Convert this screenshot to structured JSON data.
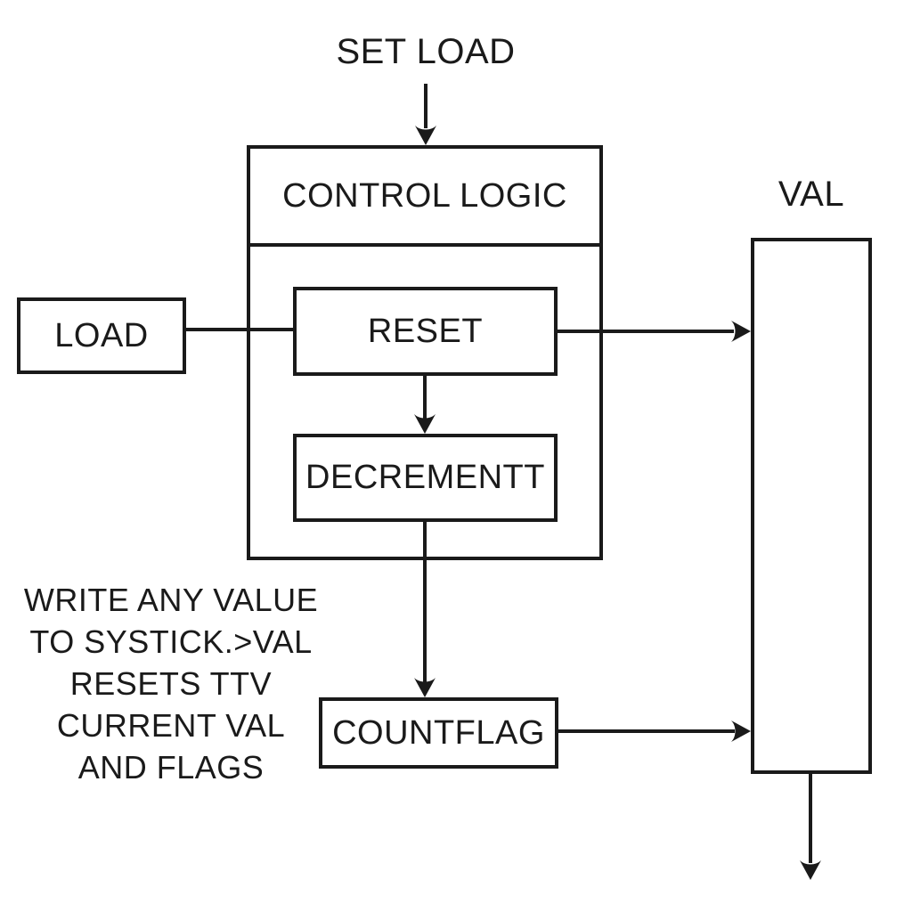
{
  "colors": {
    "ink": "#1a1a1a",
    "background": "#ffffff"
  },
  "labels": {
    "set_load": "SET LOAD",
    "control_logic": "CONTROL LOGIC",
    "val": "VAL",
    "load": "LOAD",
    "reset": "RESET",
    "decrement": "DECREMENTT",
    "countflag": "COUNTFLAG"
  },
  "note": {
    "lines": [
      "WRITE ANY VALUE",
      "TO SYSTICK.>VAL",
      "RESETS TTV",
      "CURRENT VAL",
      "AND FLAGS"
    ]
  }
}
